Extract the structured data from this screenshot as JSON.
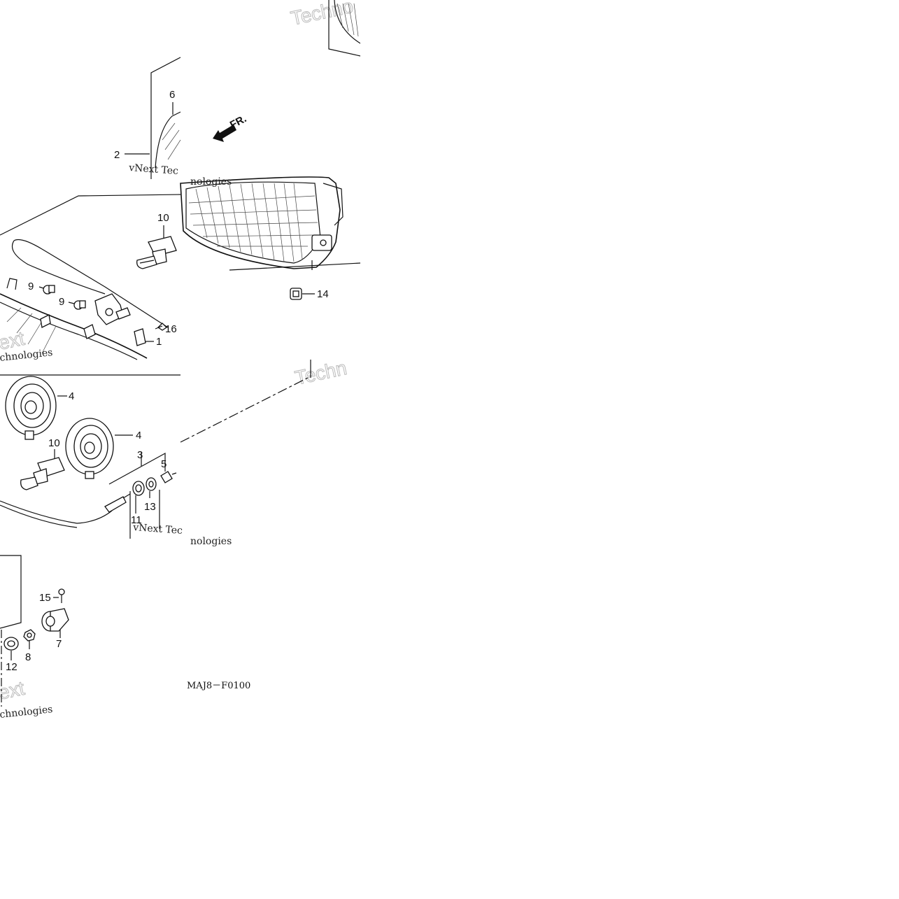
{
  "diagram": {
    "callouts": [
      "1",
      "2",
      "3",
      "4",
      "4",
      "5",
      "6",
      "7",
      "8",
      "9",
      "9",
      "10",
      "10",
      "11",
      "12",
      "13",
      "14",
      "15",
      "16"
    ],
    "direction_label": "FR.",
    "drawing_code": "MAJ8－F0100",
    "watermark_texts": [
      "vNext Tec",
      "nologies",
      "vNext Tec",
      "nologies",
      "chnologies",
      "chnologies",
      "ext",
      "ext",
      "Techn",
      "Techno"
    ]
  }
}
